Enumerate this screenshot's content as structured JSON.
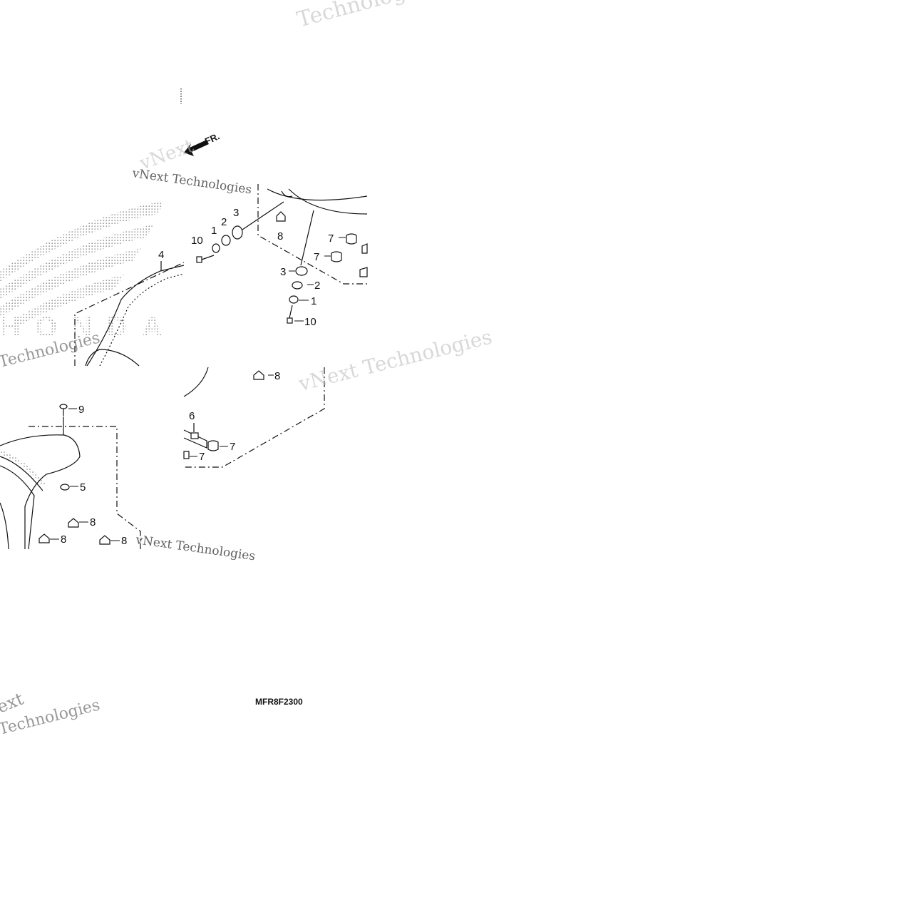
{
  "diagram": {
    "reference_code": "MFR8F2300",
    "direction_label": "FR.",
    "brand_logo_text": "HONDA",
    "watermarks": [
      "Technologies",
      "vNext Technologies",
      "vNext",
      "Technologies",
      "vNext Technologies",
      "vNext Technologies",
      "ext",
      "Technologies"
    ],
    "callouts": [
      "10",
      "1",
      "2",
      "3",
      "4",
      "8",
      "7",
      "7",
      "3",
      "2",
      "1",
      "10",
      "8",
      "9",
      "5",
      "8",
      "8",
      "8",
      "6",
      "7",
      "7"
    ]
  }
}
